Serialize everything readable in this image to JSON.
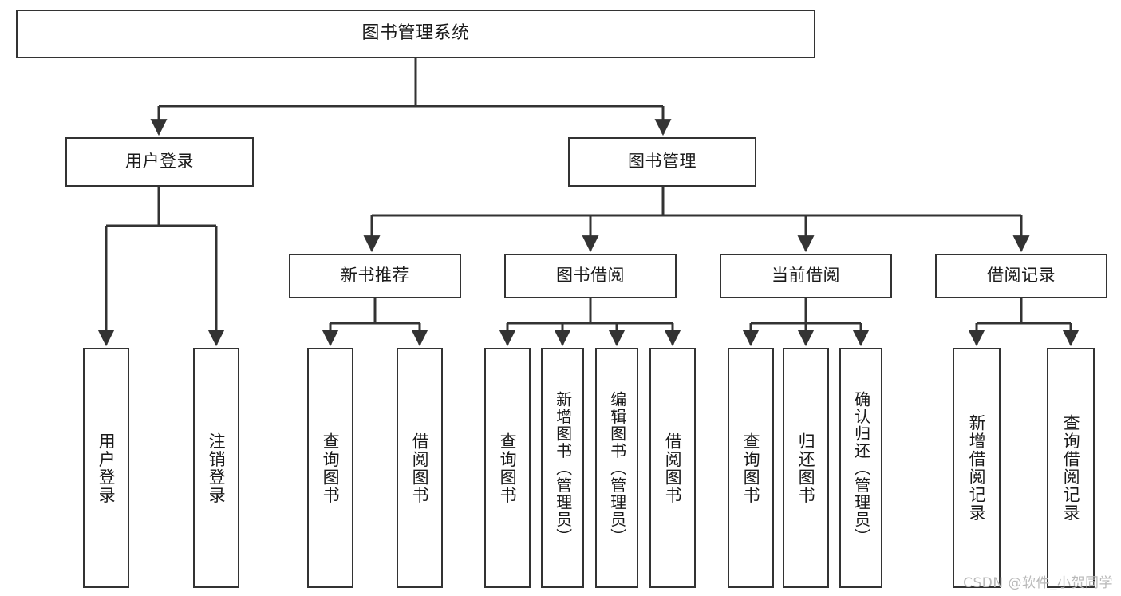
{
  "diagram": {
    "title": "图书管理系统",
    "type": "tree-hierarchy-diagram",
    "root": {
      "label": "图书管理系统"
    },
    "level1": [
      {
        "label": "用户登录"
      },
      {
        "label": "图书管理"
      }
    ],
    "level2": [
      {
        "label": "新书推荐",
        "parent": "图书管理"
      },
      {
        "label": "图书借阅",
        "parent": "图书管理"
      },
      {
        "label": "当前借阅",
        "parent": "图书管理"
      },
      {
        "label": "借阅记录",
        "parent": "图书管理"
      }
    ],
    "leaves": {
      "user_login": [
        {
          "label": "用户登录"
        },
        {
          "label": "注销登录"
        }
      ],
      "new_book_recommend": [
        {
          "label": "查询图书"
        },
        {
          "label": "借阅图书"
        }
      ],
      "book_borrow": [
        {
          "label": "查询图书"
        },
        {
          "label": "新增图书（管理员）"
        },
        {
          "label": "编辑图书（管理员）"
        },
        {
          "label": "借阅图书"
        }
      ],
      "current_borrow": [
        {
          "label": "查询图书"
        },
        {
          "label": "归还图书"
        },
        {
          "label": "确认归还（管理员）"
        }
      ],
      "borrow_records": [
        {
          "label": "新增借阅记录"
        },
        {
          "label": "查询借阅记录"
        }
      ]
    },
    "colors": {
      "line": "#333333",
      "box_border": "#333333",
      "box_fill": "#ffffff",
      "text": "#1a1a1a",
      "background": "#ffffff",
      "watermark": "#b9b9b9"
    }
  },
  "watermark": {
    "text": "CSDN @软件_小贺同学"
  }
}
